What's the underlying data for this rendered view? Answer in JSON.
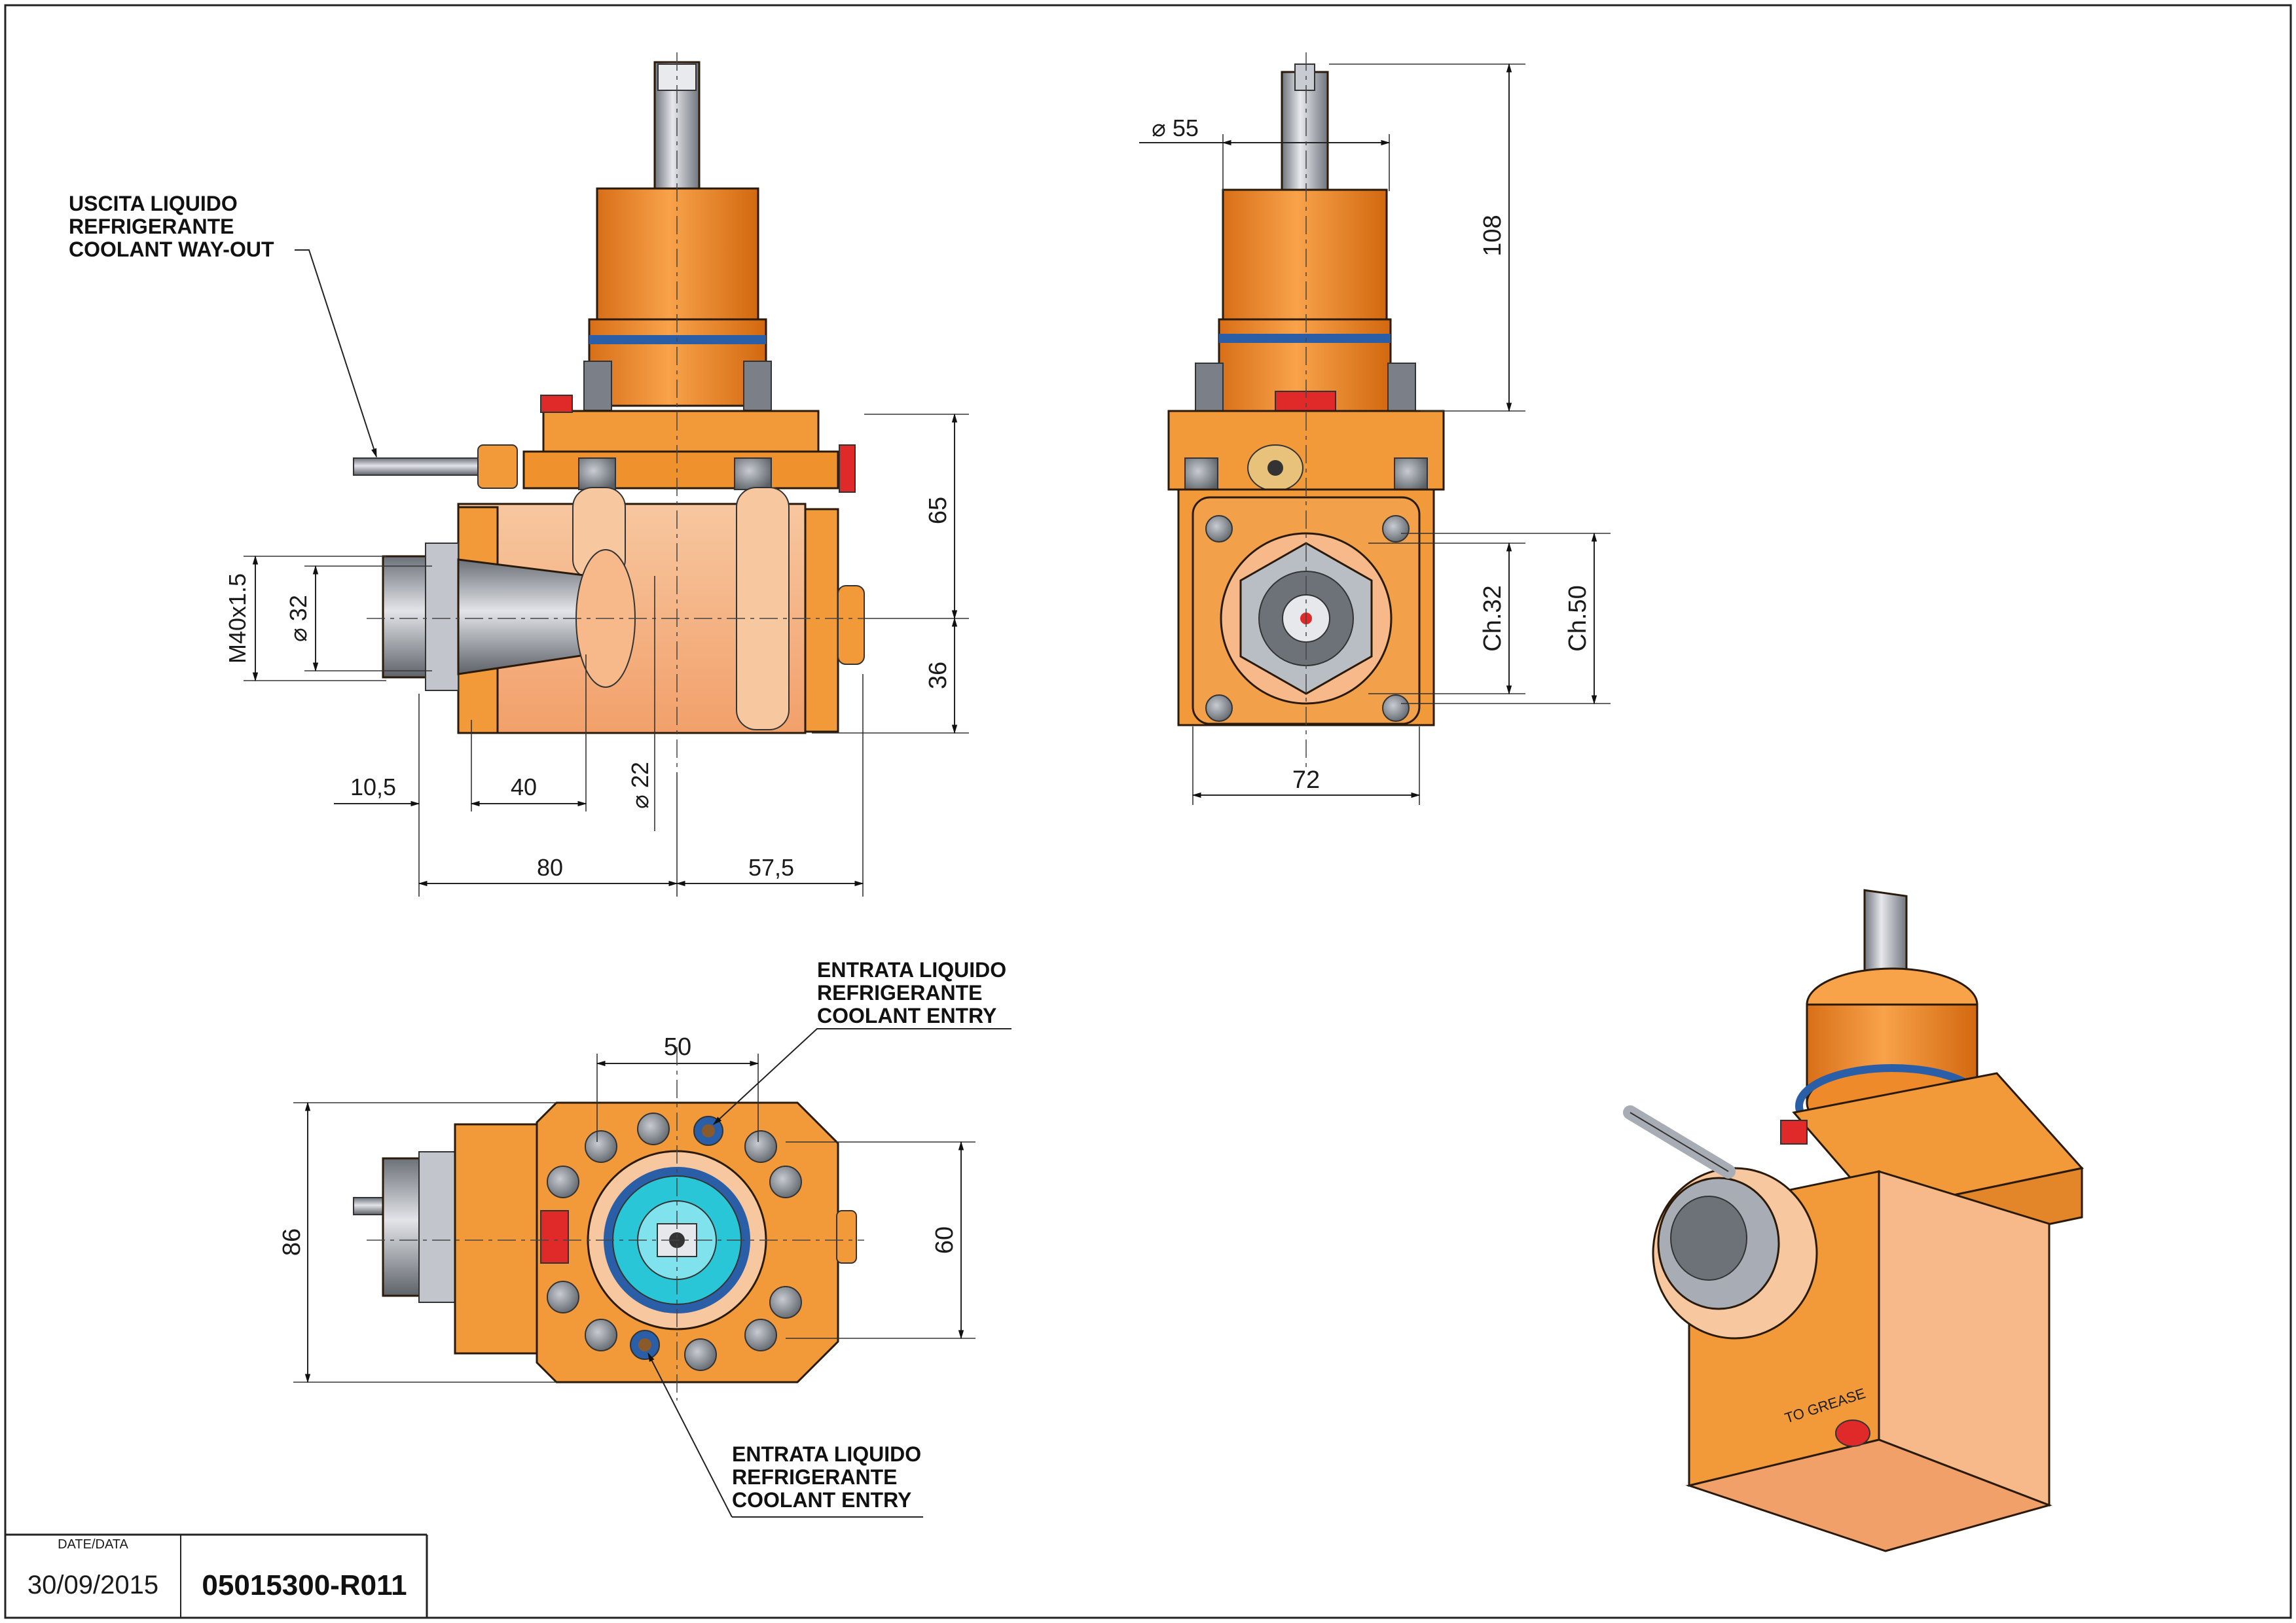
{
  "notes": {
    "coolant_out": [
      "USCITA LIQUIDO",
      "REFRIGERANTE",
      "COOLANT WAY-OUT"
    ],
    "coolant_entry_top": [
      "ENTRATA LIQUIDO",
      "REFRIGERANTE",
      "COOLANT ENTRY"
    ],
    "coolant_entry_bottom": [
      "ENTRATA LIQUIDO",
      "REFRIGERANTE",
      "COOLANT ENTRY"
    ]
  },
  "dimensions": {
    "side_view": {
      "height_upper": "65",
      "height_lower": "36",
      "thread": "M40x1.5",
      "dia_collet": "⌀ 32",
      "dia_shaft": "⌀ 22",
      "offset_small": "10,5",
      "offset_40": "40",
      "length_80": "80",
      "length_57_5": "57,5"
    },
    "front_view": {
      "dia_55": "⌀ 55",
      "height_108": "108",
      "wrench_32": "Ch.32",
      "wrench_50": "Ch.50",
      "width_72": "72"
    },
    "top_view": {
      "spacing_50": "50",
      "height_86": "86",
      "height_60": "60"
    }
  },
  "iso_view": {
    "marking": "TO GREASE"
  },
  "title_block": {
    "date_label": "DATE/DATA",
    "date": "30/09/2015",
    "code": "05015300-R011"
  },
  "colors": {
    "body_orange": "#f29a3a",
    "body_light": "#f7b98a",
    "motor_orange": "#ee8a2a",
    "seal_blue": "#2a5fa8",
    "plug_red": "#e02a2a",
    "steel": "#a8adb5",
    "collet_cyan": "#29c6d8"
  }
}
